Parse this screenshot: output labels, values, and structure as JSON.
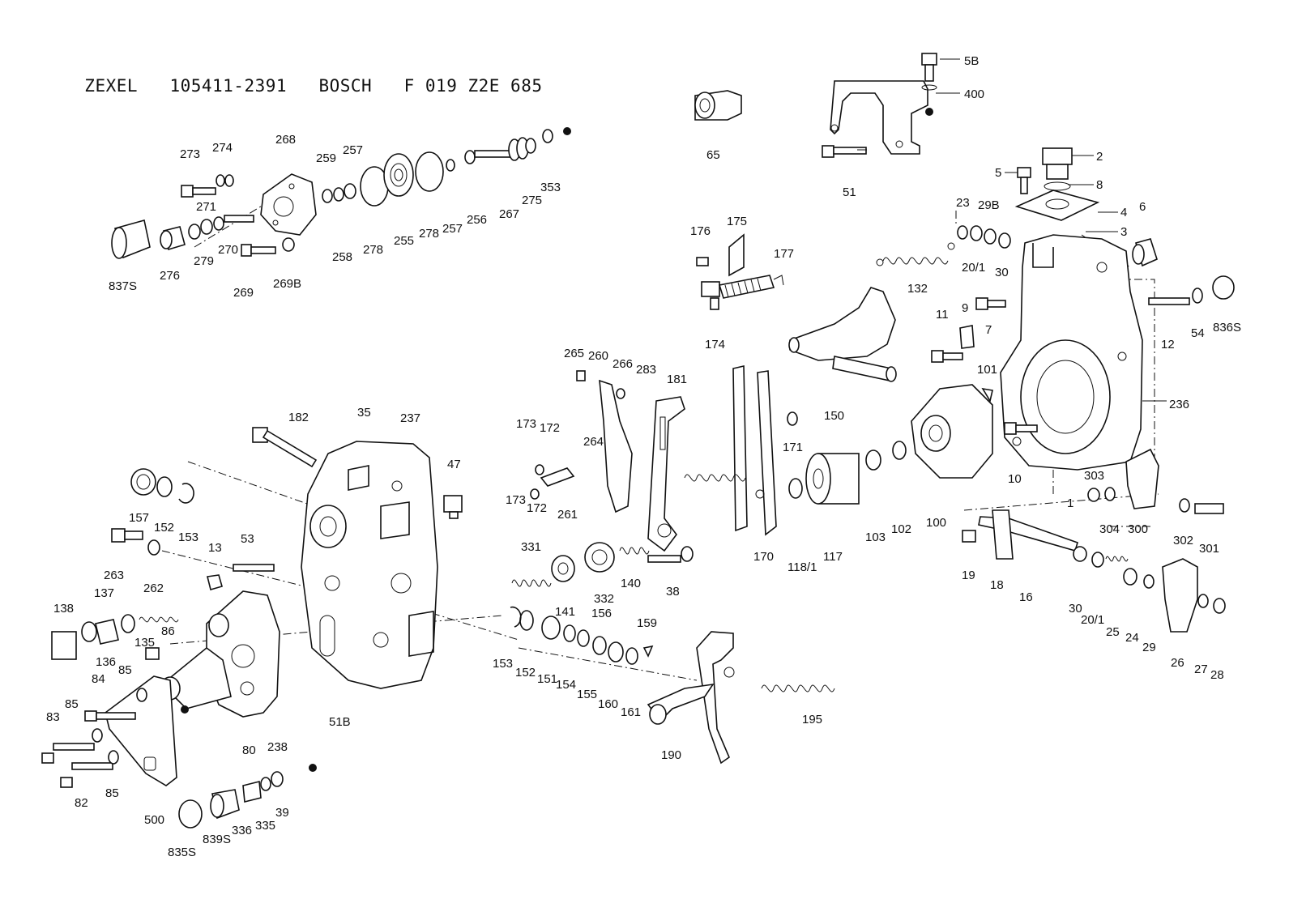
{
  "title": {
    "brand1": "ZEXEL",
    "part1": "105411-2391",
    "brand2": "BOSCH",
    "part2": "F 019 Z2E 685"
  },
  "labels": [
    "5B",
    "400",
    "65",
    "51",
    "2",
    "5",
    "8",
    "23",
    "29B",
    "4",
    "3",
    "6",
    "20/1",
    "30",
    "132",
    "175",
    "176",
    "177",
    "174",
    "273",
    "274",
    "268",
    "259",
    "257",
    "278",
    "255",
    "278",
    "257",
    "256",
    "267",
    "275",
    "353",
    "271",
    "279",
    "270",
    "269",
    "269B",
    "258",
    "837S",
    "276",
    "11",
    "9",
    "7",
    "54",
    "836S",
    "12",
    "150",
    "101",
    "236",
    "265",
    "260",
    "266",
    "283",
    "181",
    "173",
    "172",
    "264",
    "261",
    "173",
    "172",
    "171",
    "182",
    "35",
    "237",
    "47",
    "157",
    "152",
    "153",
    "263",
    "262",
    "13",
    "53",
    "331",
    "141",
    "332",
    "140",
    "38",
    "117",
    "118/1",
    "103",
    "102",
    "100",
    "170",
    "10",
    "303",
    "304",
    "300",
    "302",
    "301",
    "1",
    "19",
    "18",
    "16",
    "30",
    "20/1",
    "25",
    "24",
    "29",
    "26",
    "27",
    "28",
    "138",
    "137",
    "136",
    "135",
    "86",
    "84",
    "85",
    "85",
    "83",
    "82",
    "85",
    "500",
    "80",
    "238",
    "51B",
    "153",
    "152",
    "151",
    "154",
    "155",
    "156",
    "160",
    "161",
    "159",
    "190",
    "195",
    "835S",
    "839S",
    "336",
    "335",
    "39"
  ]
}
